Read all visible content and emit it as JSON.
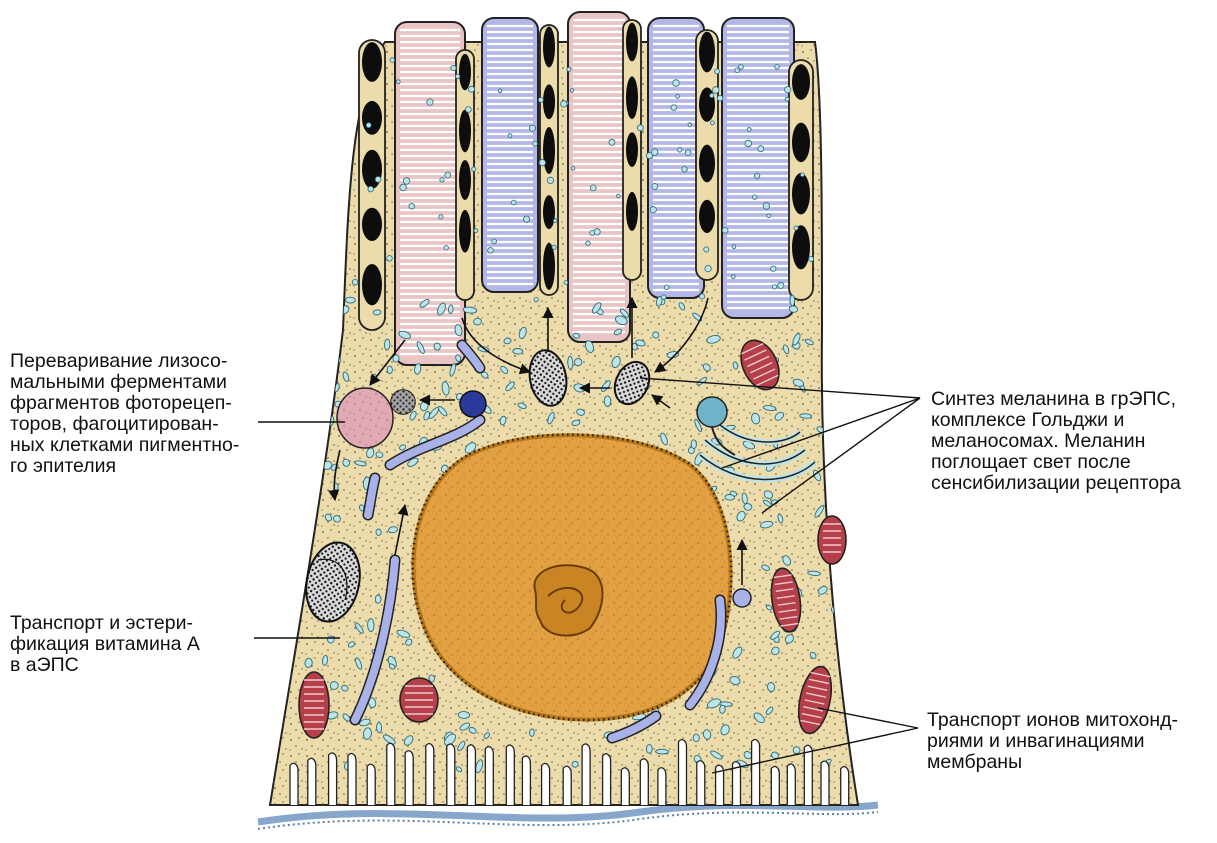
{
  "annotations": {
    "lysosomal_digestion": {
      "lines": [
        "Переваривание лизосо-",
        "мальными ферментами",
        "фрагментов фоторецеп-",
        "торов, фагоцитирован-",
        "ных клетками пигментно-",
        "го эпителия"
      ]
    },
    "melanin_synthesis": {
      "lines": [
        "Синтез меланина в грЭПС,",
        "комплексе Гольджи и",
        "меланосомах. Меланин",
        "поглощает свет после",
        "сенсибилизации рецептора"
      ]
    },
    "vitamin_a_transport": {
      "lines": [
        "Транспорт и эстери-",
        "фикация витамина А",
        "в аЭПС"
      ]
    },
    "ion_transport": {
      "lines": [
        "Транспорт ионов митохонд-",
        "риями и инвагинациями",
        "мембраны"
      ]
    }
  },
  "colors": {
    "cytoplasm": "#ecdcac",
    "nucleus": "#e1a042",
    "nucleus_edge": "#b97818",
    "rods_pink": "#e9c4c4",
    "rods_blue": "#b3b7e8",
    "melanin": "#0d0d0d",
    "mitochondria": "#b5404a",
    "er_vesicles": "#bfe4e8",
    "ser_tubules": "#a9b2e8",
    "basement_membrane": "#86a7cb"
  }
}
